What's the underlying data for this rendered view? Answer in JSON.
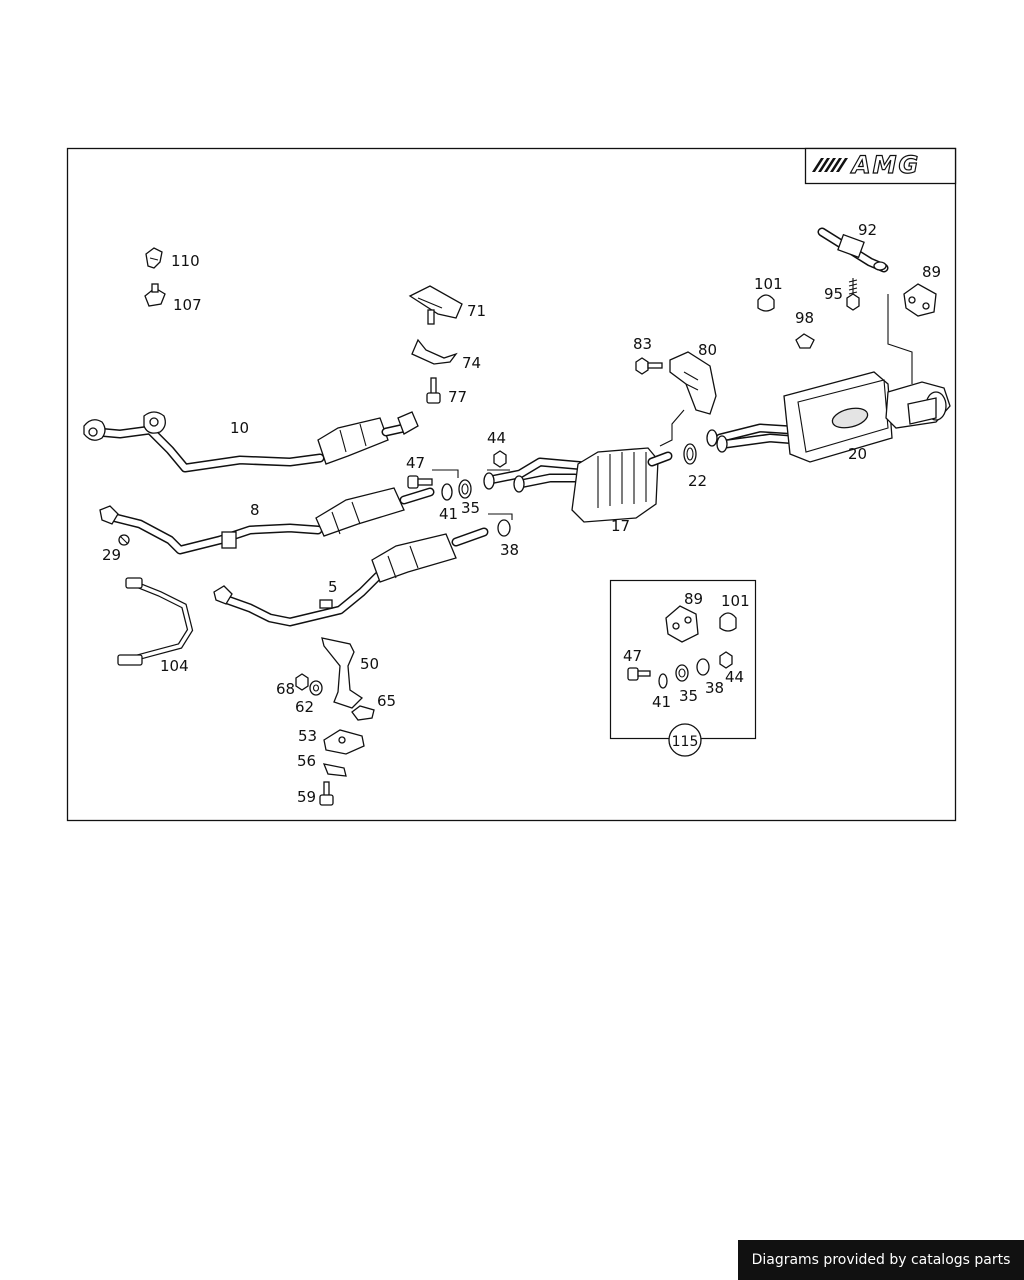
{
  "diagram": {
    "logo_text": "AMG",
    "callouts": {
      "c110": "110",
      "c107": "107",
      "c71": "71",
      "c74": "74",
      "c77": "77",
      "c92": "92",
      "c89a": "89",
      "c101a": "101",
      "c95": "95",
      "c98": "98",
      "c83": "83",
      "c80": "80",
      "c10": "10",
      "c44a": "44",
      "c47a": "47",
      "c41a": "41",
      "c35a": "35",
      "c8": "8",
      "c29": "29",
      "c38a": "38",
      "c17": "17",
      "c22": "22",
      "c20": "20",
      "c5": "5",
      "c104": "104",
      "c50": "50",
      "c68": "68",
      "c62": "62",
      "c65": "65",
      "c53": "53",
      "c56": "56",
      "c59": "59",
      "c89b": "89",
      "c101b": "101",
      "c47b": "47",
      "c41b": "41",
      "c35b": "35",
      "c38b": "38",
      "c44b": "44",
      "c115": "115"
    }
  },
  "footer": {
    "text": "Diagrams provided by catalogs parts"
  }
}
